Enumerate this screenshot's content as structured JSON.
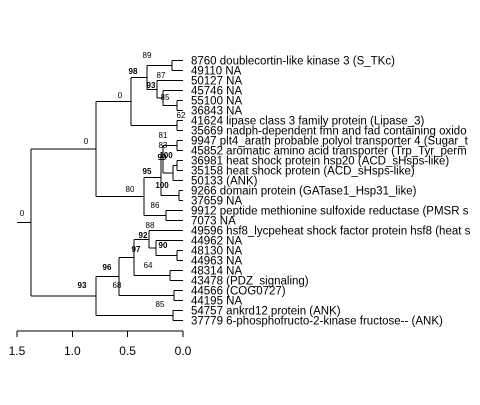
{
  "chart_data": {
    "type": "dendrogram",
    "axis": {
      "ticks": [
        "1.5",
        "1.0",
        "0.5",
        "0.0"
      ],
      "tick_values": [
        1.5,
        1.0,
        0.5,
        0.0
      ]
    },
    "leaves": [
      "8760 doublecortin-like kinase 3 (S_TKc)",
      "49110 NA",
      "50127 NA",
      "45746 NA",
      "55100 NA",
      "36843 NA",
      "41624 lipase class 3 family protein (Lipase_3)",
      "35669 nadph-dependent fmn and fad containing oxido",
      "9947 plt4_arath probable polyol transporter 4 (Sugar_t",
      "45852 aromatic amino acid transporter (Trp_Tyr_perm",
      "36981 heat shock protein hsp20 (ACD_sHsps-like)",
      "35158 heat shock protein (ACD_sHsps-like)",
      "50133 (ANK)",
      "9266 domain protein (GATase1_Hsp31_like)",
      "37659 NA",
      "9912 peptide methionine sulfoxide reductase (PMSR s",
      "7073 NA",
      "49596 hsf8_lycpeheat shock factor protein hsf8 (heat s",
      "44962 NA",
      "48130 NA",
      "44963 NA",
      "48314 NA",
      "43478 (PDZ_signaling)",
      "44566 (COG0727)",
      "44195 NA",
      "54757 ankrd12 protein (ANK)",
      "37779 6-phosphofructo-2-kinase fructose-- (ANK)"
    ],
    "bootstrap": [
      {
        "value": "89",
        "bold": false
      },
      {
        "value": "98",
        "bold": true
      },
      {
        "value": "87",
        "bold": false
      },
      {
        "value": "93",
        "bold": true
      },
      {
        "value": "85",
        "bold": false
      },
      {
        "value": "0",
        "bold": false
      },
      {
        "value": "62",
        "bold": false
      },
      {
        "value": "0",
        "bold": false
      },
      {
        "value": "81",
        "bold": false
      },
      {
        "value": "83",
        "bold": false
      },
      {
        "value": "99",
        "bold": true
      },
      {
        "value": "100",
        "bold": true
      },
      {
        "value": "95",
        "bold": true
      },
      {
        "value": "100",
        "bold": true
      },
      {
        "value": "80",
        "bold": false
      },
      {
        "value": "86",
        "bold": false
      },
      {
        "value": "0",
        "bold": false
      },
      {
        "value": "88",
        "bold": false
      },
      {
        "value": "92",
        "bold": true
      },
      {
        "value": "90",
        "bold": true
      },
      {
        "value": "97",
        "bold": true
      },
      {
        "value": "64",
        "bold": false
      },
      {
        "value": "68",
        "bold": false
      },
      {
        "value": "96",
        "bold": true
      },
      {
        "value": "85",
        "bold": false
      },
      {
        "value": "93",
        "bold": true
      }
    ]
  }
}
